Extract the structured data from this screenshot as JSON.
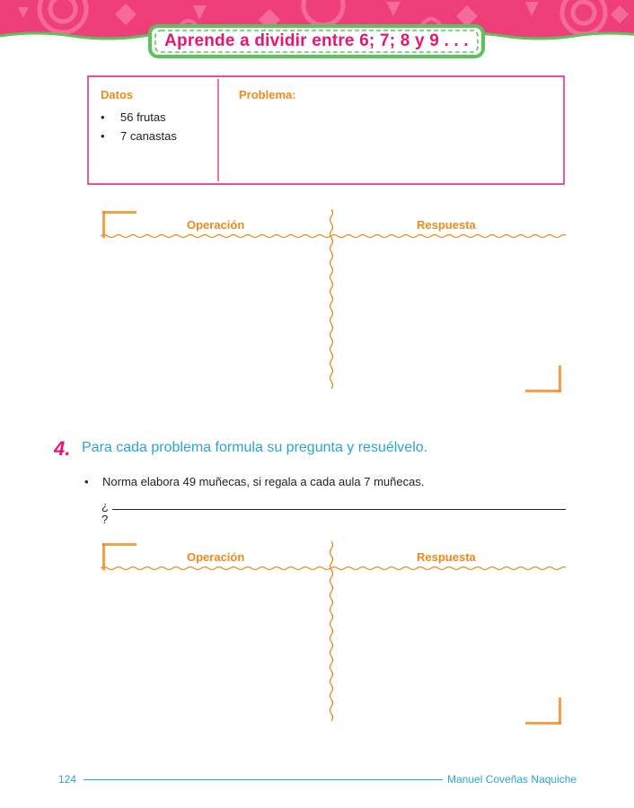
{
  "header": {
    "title": "Aprende a dividir entre 6; 7; 8 y 9 . . .",
    "band_color": "#ee3f7a",
    "title_color": "#e5176f",
    "banner_border_color": "#5cc35a"
  },
  "datos_box": {
    "datos_label": "Datos",
    "problema_label": "Problema:",
    "items": [
      "56 frutas",
      "7 canastas"
    ],
    "bullet": "•"
  },
  "panel_1": {
    "operacion_label": "Operación",
    "respuesta_label": "Respuesta"
  },
  "exercise_4": {
    "number": "4.",
    "instruction": "Para cada problema formula su pregunta y resuélvelo.",
    "problem_bullet": "•",
    "problem_text": "Norma elabora 49 muñecas, si regala a cada aula 7 muñecas.",
    "question_open": "¿",
    "question_close": "?"
  },
  "panel_2": {
    "operacion_label": "Operación",
    "respuesta_label": "Respuesta"
  },
  "footer": {
    "page_number": "124",
    "author": "Manuel Coveñas Naquiche"
  },
  "colors": {
    "accent_orange": "#ef8a1a",
    "box_border_pink": "#e5176f",
    "accent_blue": "#2aa4d8"
  }
}
